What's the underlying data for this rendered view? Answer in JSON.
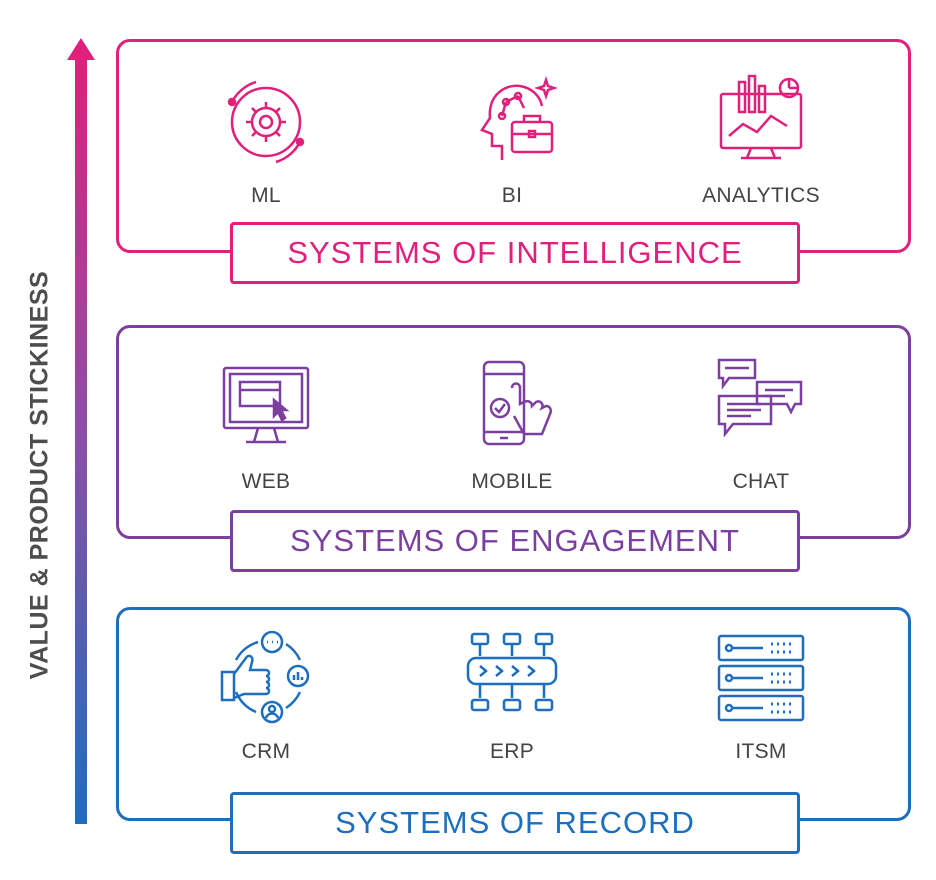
{
  "axis": {
    "label": "VALUE & PRODUCT STICKINESS"
  },
  "colors": {
    "intelligence": "#E0207A",
    "engagement": "#7B3FA0",
    "record": "#1E6EBE",
    "text": "#444444"
  },
  "layers": [
    {
      "title": "SYSTEMS OF INTELLIGENCE",
      "items": [
        {
          "label": "ML",
          "icon": "gear-orbit-icon"
        },
        {
          "label": "BI",
          "icon": "brain-briefcase-icon"
        },
        {
          "label": "ANALYTICS",
          "icon": "analytics-monitor-icon"
        }
      ]
    },
    {
      "title": "SYSTEMS OF ENGAGEMENT",
      "items": [
        {
          "label": "WEB",
          "icon": "web-monitor-icon"
        },
        {
          "label": "MOBILE",
          "icon": "mobile-touch-icon"
        },
        {
          "label": "CHAT",
          "icon": "chat-bubbles-icon"
        }
      ]
    },
    {
      "title": "SYSTEMS OF RECORD",
      "items": [
        {
          "label": "CRM",
          "icon": "crm-cycle-icon"
        },
        {
          "label": "ERP",
          "icon": "erp-flow-icon"
        },
        {
          "label": "ITSM",
          "icon": "server-rack-icon"
        }
      ]
    }
  ]
}
